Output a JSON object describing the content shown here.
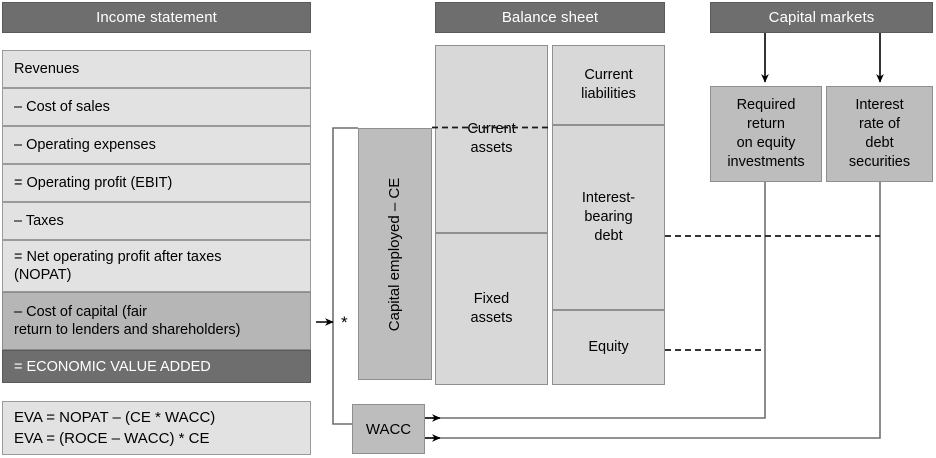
{
  "headers": {
    "income_statement": "Income statement",
    "balance_sheet": "Balance sheet",
    "capital_markets": "Capital markets"
  },
  "income_statement": {
    "rows": [
      {
        "label": "Revenues",
        "tone": "light"
      },
      {
        "label": "– Cost of sales",
        "tone": "light"
      },
      {
        "label": "– Operating expenses",
        "tone": "light"
      },
      {
        "label": "= Operating profit (EBIT)",
        "tone": "light"
      },
      {
        "label": "– Taxes",
        "tone": "light"
      },
      {
        "label": "= Net operating profit after taxes\n   (NOPAT)",
        "tone": "light"
      },
      {
        "label": "– Cost of capital (fair\n   return to lenders and shareholders)",
        "tone": "mid"
      },
      {
        "label": "= ECONOMIC VALUE ADDED",
        "tone": "dark"
      }
    ]
  },
  "eva_formulas": {
    "text": "EVA = NOPAT – (CE * WACC)\nEVA = (ROCE – WACC) * CE"
  },
  "capital_employed": {
    "label": "Capital employed – CE"
  },
  "multiply_symbol": "*",
  "balance_sheet": {
    "assets": [
      {
        "label": "Current\nassets"
      },
      {
        "label": "Fixed\nassets"
      }
    ],
    "liabilities": [
      {
        "label": "Current\nliabilities"
      },
      {
        "label": "Interest-\nbearing\ndebt"
      },
      {
        "label": "Equity"
      }
    ]
  },
  "capital_markets": {
    "boxes": [
      {
        "label": "Required\nreturn\non equity\ninvestments"
      },
      {
        "label": "Interest\nrate of\ndebt\nsecurities"
      }
    ]
  },
  "wacc": {
    "label": "WACC"
  },
  "colors": {
    "header_fill": "#6e6e6e",
    "row_light": "#e2e2e2",
    "row_mid": "#b6b6b6",
    "row_dark": "#6e6e6e",
    "balance_fill": "#d8d8d8",
    "accent_fill": "#bdbdbd",
    "line": "#6f6f6f",
    "arrow": "#000000"
  }
}
